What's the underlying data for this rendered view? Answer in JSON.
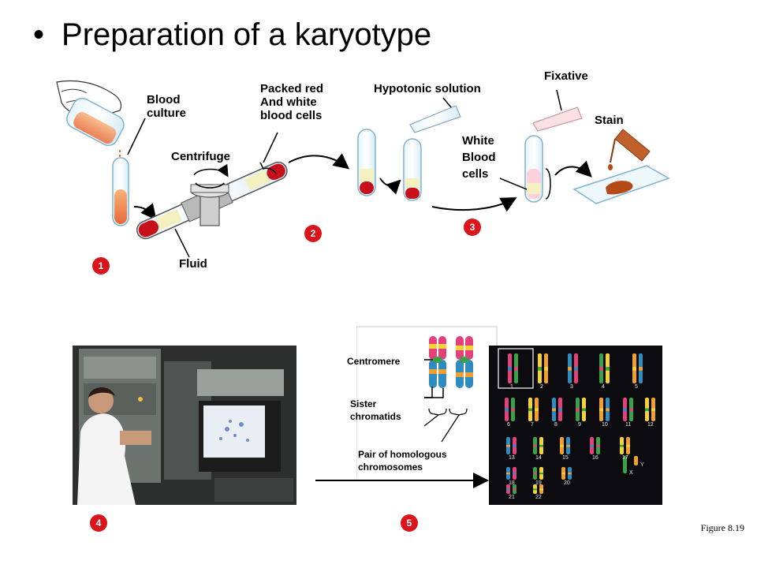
{
  "title": "Preparation of a karyotype",
  "bullet": "•",
  "figure_caption": "Figure 8.19",
  "labels": {
    "blood_culture": "Blood\nculture",
    "centrifuge": "Centrifuge",
    "fluid": "Fluid",
    "packed_cells": "Packed red\nAnd white\nblood cells",
    "hypotonic": "Hypotonic solution",
    "fixative": "Fixative",
    "white_blood_cells": "White\nBlood\ncells",
    "stain": "Stain",
    "centromere": "Centromere",
    "sister_chromatids": "Sister\nchromatids",
    "homologous_pair": "Pair of homologous\nchromosomes"
  },
  "steps": [
    "1",
    "2",
    "3",
    "4",
    "5"
  ],
  "karyotype_numbers": [
    "1",
    "2",
    "3",
    "4",
    "5",
    "6",
    "7",
    "8",
    "9",
    "10",
    "11",
    "12",
    "13",
    "14",
    "15",
    "16",
    "17",
    "18",
    "19",
    "20",
    "21",
    "22",
    "X",
    "Y"
  ],
  "colors": {
    "step_badge": "#d9141b",
    "blood_red": "#c8101c",
    "white_layer": "#f5f0c0",
    "stain": "#b54a17",
    "karyotype_bg": "#0c0c10"
  }
}
